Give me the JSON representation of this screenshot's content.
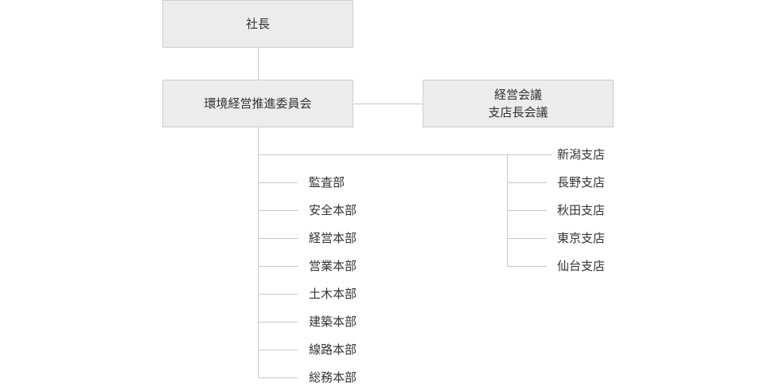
{
  "president": "社長",
  "committee": "環境経営推進委員会",
  "meetings": [
    "経営会議",
    "支店長会議"
  ],
  "departments": [
    "監査部",
    "安全本部",
    "経営本部",
    "営業本部",
    "土木本部",
    "建築本部",
    "線路本部",
    "総務本部"
  ],
  "branches": [
    "新潟支店",
    "長野支店",
    "秋田支店",
    "東京支店",
    "仙台支店"
  ]
}
